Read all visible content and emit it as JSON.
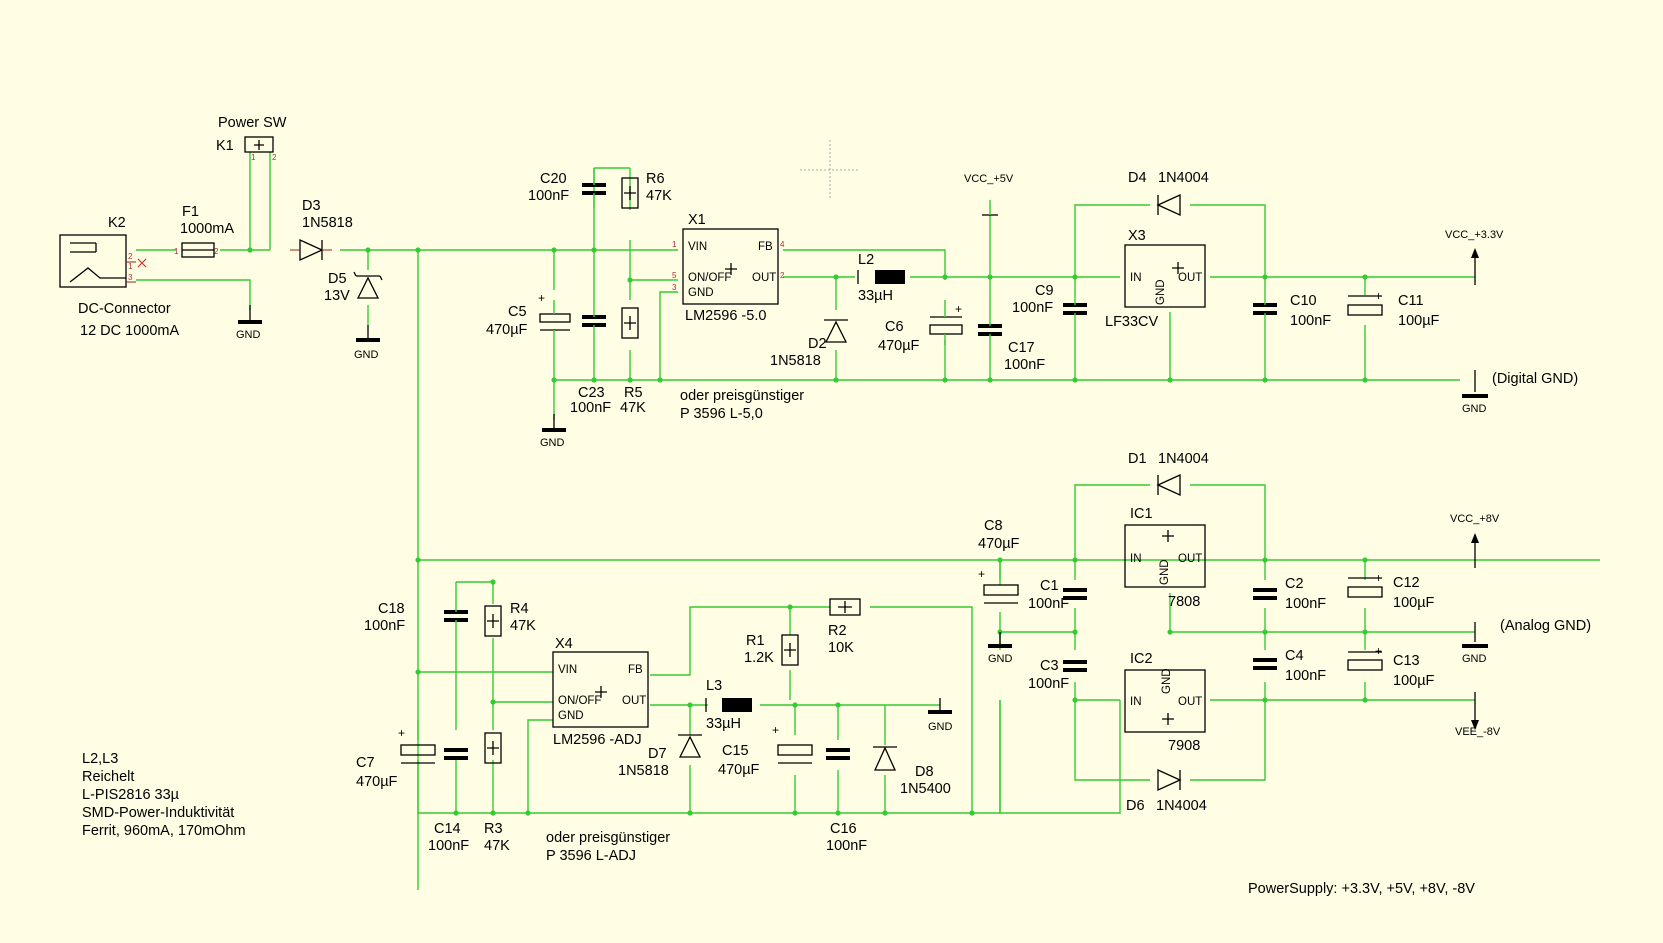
{
  "labels": {
    "k1_name": "K1",
    "power_sw": "Power SW",
    "k2_name": "K2",
    "dc_conn": "DC-Connector",
    "dc_rating": "12 DC 1000mA",
    "f1_name": "F1",
    "f1_value": "1000mA",
    "d3_name": "D3",
    "d3_value": "1N5818",
    "d5_name": "D5",
    "d5_value": "13V",
    "c20_name": "C20",
    "c20_value": "100nF",
    "r6_name": "R6",
    "r6_value": "47K",
    "c5_name": "C5",
    "c5_value": "470µF",
    "c23_name": "C23",
    "c23_value": "100nF",
    "r5_name": "R5",
    "r5_value": "47K",
    "x1_name": "X1",
    "x1_value": "LM2596 -5.0",
    "alt1_line1": "oder preisgünstiger",
    "alt1_line2": "P 3596 L-5,0",
    "l2_name": "L2",
    "l2_value": "33µH",
    "d2_name": "D2",
    "d2_value": "1N5818",
    "c6_name": "C6",
    "c6_value": "470µF",
    "c17_name": "C17",
    "c17_value": "100nF",
    "vcc5": "VCC_+5V",
    "d4_name": "D4",
    "d4_value": "1N4004",
    "x3_name": "X3",
    "x3_value": "LF33CV",
    "c9_name": "C9",
    "c9_value": "100nF",
    "c10_name": "C10",
    "c10_value": "100nF",
    "c11_name": "C11",
    "c11_value": "100µF",
    "vcc33": "VCC_+3.3V",
    "digital_gnd": "(Digital GND)",
    "d1_name": "D1",
    "d1_value": "1N4004",
    "ic1_name": "IC1",
    "ic1_value": "7808",
    "c8_name": "C8",
    "c8_value": "470µF",
    "c1_name": "C1",
    "c1_value": "100nF",
    "c2_name": "C2",
    "c2_value": "100nF",
    "c12_name": "C12",
    "c12_value": "100µF",
    "vcc8": "VCC_+8V",
    "analog_gnd": "(Analog GND)",
    "c3_name": "C3",
    "c3_value": "100nF",
    "ic2_name": "IC2",
    "ic2_value": "7908",
    "c4_name": "C4",
    "c4_value": "100nF",
    "c13_name": "C13",
    "c13_value": "100µF",
    "vee8": "VEE_-8V",
    "d6_name": "D6",
    "d6_value": "1N4004",
    "c18_name": "C18",
    "c18_value": "100nF",
    "r4_name": "R4",
    "r4_value": "47K",
    "x4_name": "X4",
    "x4_value": "LM2596 -ADJ",
    "r1_name": "R1",
    "r1_value": "1.2K",
    "r2_name": "R2",
    "r2_value": "10K",
    "l3_name": "L3",
    "l3_value": "33µH",
    "d7_name": "D7",
    "d7_value": "1N5818",
    "c15_name": "C15",
    "c15_value": "470µF",
    "d8_name": "D8",
    "d8_value": "1N5400",
    "c7_name": "C7",
    "c7_value": "470µF",
    "c14_name": "C14",
    "c14_value": "100nF",
    "r3_name": "R3",
    "r3_value": "47K",
    "c16_name": "C16",
    "c16_value": "100nF",
    "alt2_line1": "oder preisgünstiger",
    "alt2_line2": "P 3596 L-ADJ",
    "note_l1": "L2,L3",
    "note_l2": "Reichelt",
    "note_l3": "L-PIS2816 33µ",
    "note_l4": "SMD-Power-Induktivität",
    "note_l5": "Ferrit, 960mA, 170mOhm",
    "footer": "PowerSupply: +3.3V, +5V, +8V, -8V",
    "gnd": "GND",
    "pin_vin": "VIN",
    "pin_fb": "FB",
    "pin_onoff": "ON/OFF",
    "pin_gnd": "GND",
    "pin_out": "OUT",
    "pin_in": "IN",
    "pin1": "1",
    "pin2": "2",
    "pin3": "3",
    "pin4": "4",
    "pin5": "5"
  }
}
